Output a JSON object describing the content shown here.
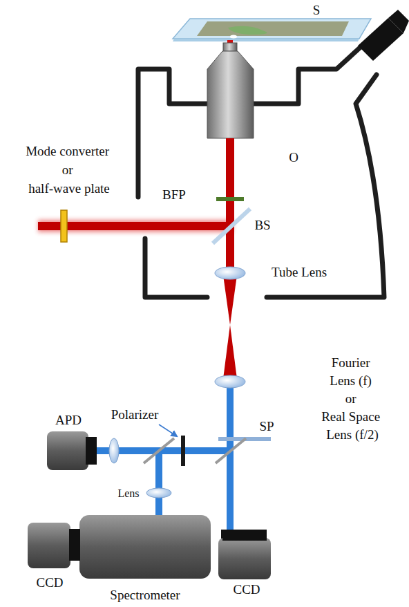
{
  "diagram": {
    "labels": [
      "S",
      "Mode converter or half-wave plate",
      "O",
      "BFP",
      "BS",
      "Tube Lens",
      "Fourier Lens (f) or Real Space Lens (f/2)",
      "Polarizer",
      "SP",
      "APD",
      "Lens",
      "CCD",
      "Spectrometer",
      "CCD"
    ]
  }
}
